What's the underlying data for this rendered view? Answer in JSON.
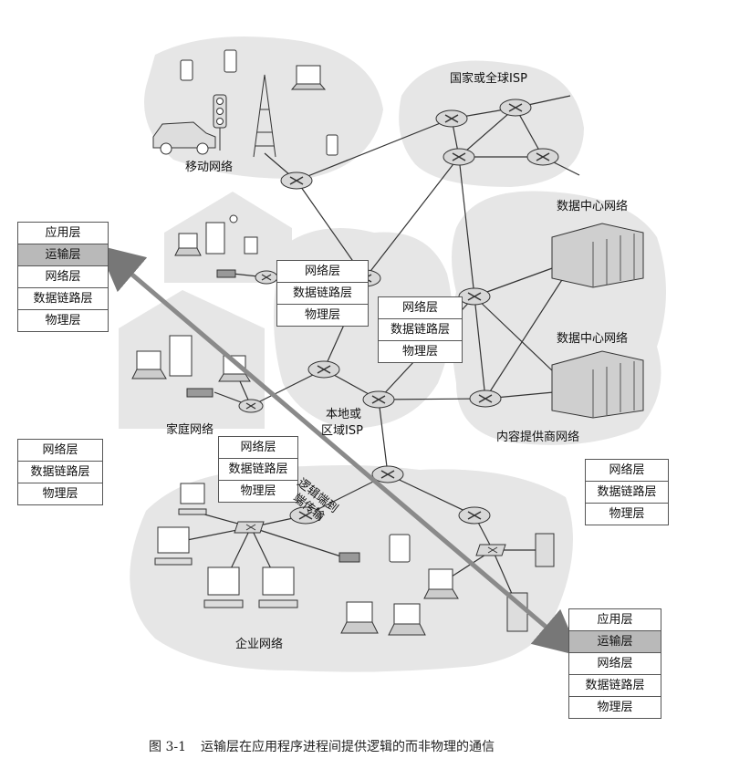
{
  "labels": {
    "mobile": "移动网络",
    "national_isp": "国家或全球ISP",
    "datacenter1": "数据中心网络",
    "datacenter2": "数据中心网络",
    "home": "家庭网络",
    "local_isp_line1": "本地或",
    "local_isp_line2": "区域ISP",
    "content_provider": "内容提供商网络",
    "enterprise": "企业网络",
    "e2e_line1": "逻辑端到",
    "e2e_line2": "端传输"
  },
  "stacks": {
    "left_top": [
      "应用层",
      "运输层",
      "网络层",
      "数据链路层",
      "物理层"
    ],
    "mid_upper": [
      "网络层",
      "数据链路层",
      "物理层"
    ],
    "mid_right": [
      "网络层",
      "数据链路层",
      "物理层"
    ],
    "left_bottom": [
      "网络层",
      "数据链路层",
      "物理层"
    ],
    "mid_lower": [
      "网络层",
      "数据链路层",
      "物理层"
    ],
    "right_mid": [
      "网络层",
      "数据链路层",
      "物理层"
    ],
    "right_bottom": [
      "应用层",
      "运输层",
      "网络层",
      "数据链路层",
      "物理层"
    ]
  },
  "highlight_layer": "运输层",
  "caption": {
    "number": "图 3-1",
    "text": "运输层在应用程序进程间提供逻辑的而非物理的通信"
  },
  "colors": {
    "cloud": "#e6e6e6",
    "router": "#d8d8d8",
    "arrow": "#8a8a8a",
    "highlight": "#b9b9b9"
  }
}
